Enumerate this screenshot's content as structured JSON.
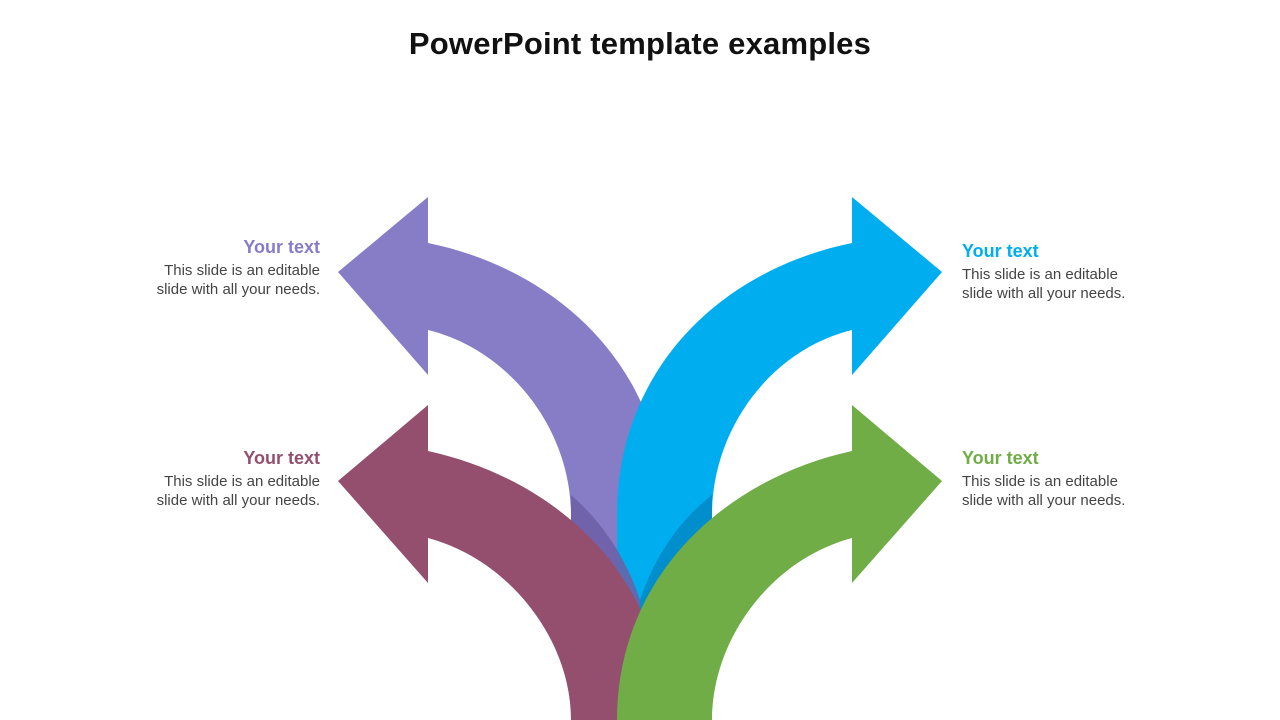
{
  "slide": {
    "title": "PowerPoint template examples"
  },
  "branches": [
    {
      "id": "top-left",
      "heading": "Your text",
      "line1": "This slide is an editable",
      "line2": "slide with all your needs.",
      "color": "#877CC6"
    },
    {
      "id": "top-right",
      "heading": "Your text",
      "line1": "This slide is an editable",
      "line2": "slide with all your needs.",
      "color": "#00AEEF"
    },
    {
      "id": "bottom-left",
      "heading": "Your text",
      "line1": "This slide is an editable",
      "line2": "slide with all your needs.",
      "color": "#944F6F"
    },
    {
      "id": "bottom-right",
      "heading": "Your text",
      "line1": "This slide is an editable",
      "line2": "slide with all your needs.",
      "color": "#70AD47"
    }
  ]
}
